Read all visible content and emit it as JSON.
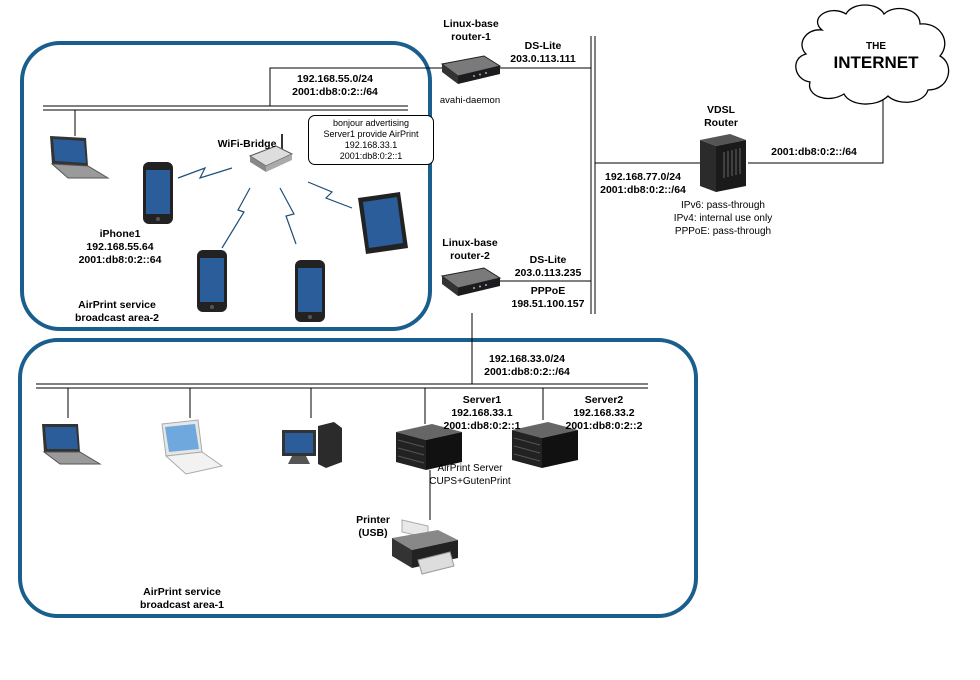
{
  "router1": {
    "title": "Linux-base\nrouter-1",
    "dslite": "DS-Lite",
    "ip": "203.0.113.111",
    "daemon": "avahi-daemon"
  },
  "router2": {
    "title": "Linux-base\nrouter-2",
    "dslite": "DS-Lite",
    "ip": "203.0.113.235",
    "pppoe": "PPPoE",
    "pppoe_ip": "198.51.100.157"
  },
  "vdsl": {
    "title": "VDSL\nRouter",
    "ipv6": "IPv6: pass-through",
    "ipv4": "IPv4: internal use only",
    "pppoe": "PPPoE: pass-through"
  },
  "internet": {
    "line1": "THE",
    "line2": "INTERNET"
  },
  "wan_prefix": "2001:db8:0:2::/64",
  "net77": {
    "v4": "192.168.77.0/24",
    "v6": "2001:db8:0:2::/64"
  },
  "net55": {
    "v4": "192.168.55.0/24",
    "v6": "2001:db8:0:2::/64"
  },
  "net33": {
    "v4": "192.168.33.0/24",
    "v6": "2001:db8:0:2::/64"
  },
  "wifi_bridge": "WiFi-Bridge",
  "bonjour_box": {
    "l1": "bonjour advertising",
    "l2": "Server1 provide AirPrint",
    "l3": "192.168.33.1",
    "l4": "2001:db8:0:2::1"
  },
  "iphone1": {
    "name": "iPhone1",
    "v4": "192.168.55.64",
    "v6": "2001:db8:0:2::64"
  },
  "area2": "AirPrint service\nbroadcast area-2",
  "area1": "AirPrint service\nbroadcast area-1",
  "server1": {
    "name": "Server1",
    "v4": "192.168.33.1",
    "v6": "2001:db8:0:2::1",
    "role1": "AirPrint Server",
    "role2": "CUPS+GutenPrint"
  },
  "server2": {
    "name": "Server2",
    "v4": "192.168.33.2",
    "v6": "2001:db8:0:2::2"
  },
  "printer": "Printer\n(USB)",
  "colors": {
    "area_border": "#1a5e8e",
    "wire": "#000000",
    "device_dark": "#2b2b2b",
    "screen_blue": "#2a5d9a"
  }
}
